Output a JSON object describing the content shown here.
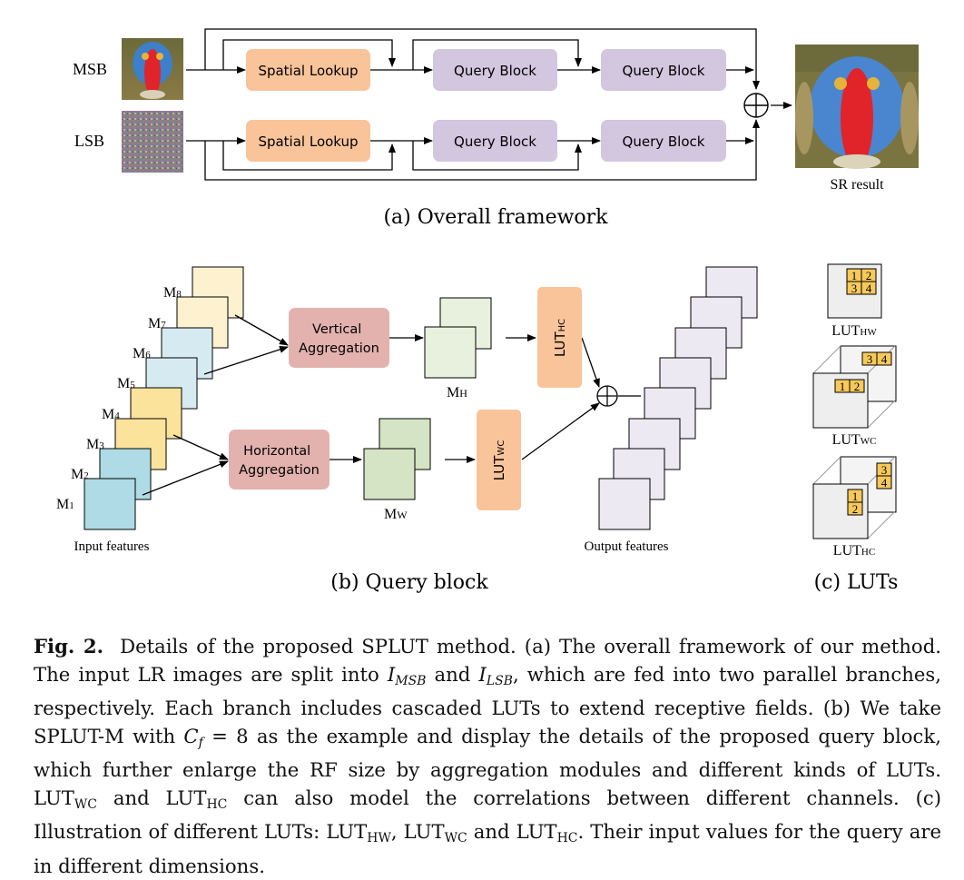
{
  "panel_a": {
    "input_labels": [
      "MSB",
      "LSB"
    ],
    "spatial_lookup": "Spatial Lookup",
    "query_block": "Query Block",
    "output_label": "SR result",
    "caption": "(a) Overall framework"
  },
  "panel_b": {
    "feature_labels": {
      "m1": "M",
      "m1_sub": "1",
      "m2": "M",
      "m2_sub": "2",
      "m3": "M",
      "m3_sub": "3",
      "m4": "M",
      "m4_sub": "4",
      "m5": "M",
      "m5_sub": "5",
      "m6": "M",
      "m6_sub": "6",
      "m7": "M",
      "m7_sub": "7",
      "m8": "M",
      "m8_sub": "8"
    },
    "vertical_aggregation": [
      "Vertical",
      "Aggregation"
    ],
    "horizontal_aggregation": [
      "Horizontal",
      "Aggregation"
    ],
    "mh": "M",
    "mh_sub": "H",
    "mw": "M",
    "mw_sub": "W",
    "lut_hc": "LUT",
    "lut_hc_sub": "HC",
    "lut_wc": "LUT",
    "lut_wc_sub": "WC",
    "input_features": "Input features",
    "output_features": "Output features",
    "caption": "(b) Query block"
  },
  "panel_c": {
    "lut_hw_label": "LUT",
    "lut_hw_sub": "HW",
    "lut_wc_label": "LUT",
    "lut_wc_sub": "WC",
    "lut_hc_label": "LUT",
    "lut_hc_sub": "HC",
    "cells": [
      "1",
      "2",
      "3",
      "4"
    ],
    "caption": "(c) LUTs"
  },
  "caption": {
    "fig_label": "Fig. 2.",
    "t1": "Details of the proposed SPLUT method. (a) The overall framework of our method. The input LR images are split into ",
    "i_msb": "I",
    "i_msb_sub": "MSB",
    "t2": " and ",
    "i_lsb": "I",
    "i_lsb_sub": "LSB",
    "t3": ", which are fed into two parallel branches, respectively. Each branch includes cascaded LUTs to extend receptive fields. (b) We take SPLUT-M with ",
    "cf": "C",
    "cf_sub": "f",
    "t4": " = 8 as the example and display the details of the proposed query block, which further enlarge the RF size by aggregation modules and different kinds of LUTs. LUT",
    "s1": "WC",
    "t5": " and LUT",
    "s2": "HC",
    "t6": " can also model the correlations between different channels. (c) Illustration of different LUTs: LUT",
    "s3": "HW",
    "t7": ", LUT",
    "s4": "WC",
    "t8": " and LUT",
    "s5": "HC",
    "t9": ". Their input values for the query are in different dimensions."
  },
  "colors": {
    "spatial_lookup": "#f9c49a",
    "query_block": "#d3c6df",
    "aggregation": "#e3b2ae",
    "lut_box": "#f9c49a",
    "cell": "#f6c95a",
    "feature_blue": "#aedbe5",
    "feature_yellow": "#fbe39c",
    "feature_lightblue": "#d6ebf1",
    "feature_cream": "#fdf1cf",
    "green_dark": "#d4e4c4",
    "green_light": "#e8f0de",
    "output_feat": "#ece9f3"
  }
}
